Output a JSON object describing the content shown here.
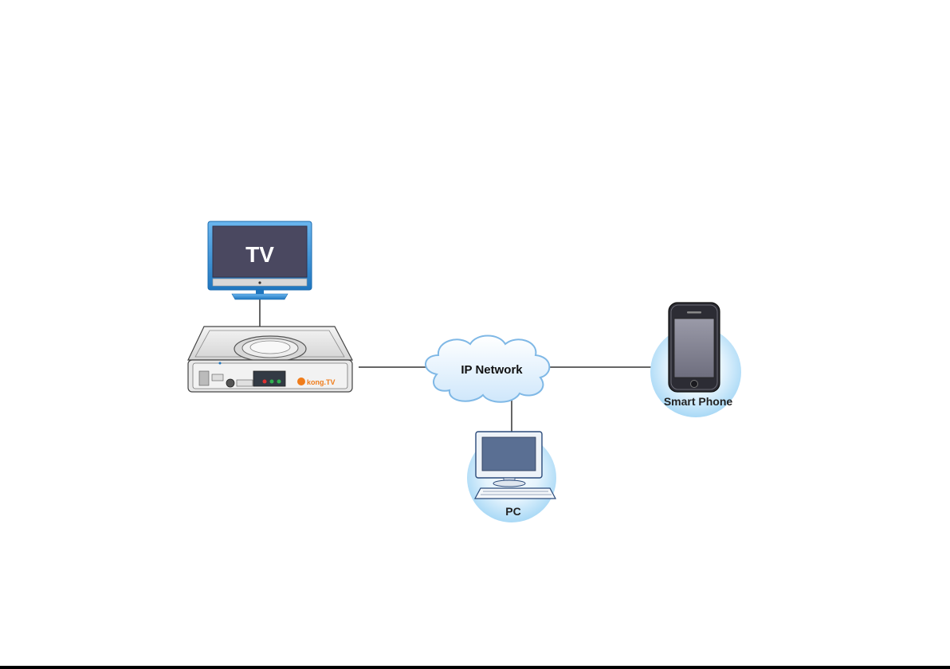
{
  "diagram": {
    "nodes": {
      "tv": {
        "label": "TV"
      },
      "set_top_box": {
        "brand_label": "kong.TV"
      },
      "network": {
        "label": "IP Network"
      },
      "phone": {
        "label": "Smart Phone"
      },
      "pc": {
        "label": "PC"
      }
    },
    "connections": [
      {
        "from": "tv",
        "to": "set_top_box"
      },
      {
        "from": "set_top_box",
        "to": "network"
      },
      {
        "from": "network",
        "to": "phone"
      },
      {
        "from": "network",
        "to": "pc"
      }
    ]
  },
  "colors": {
    "tv_frame": "#2f8fd8",
    "tv_screen": "#4a4860",
    "box_body": "#e6e6e6",
    "cloud_fill": "#dcefff",
    "cloud_stroke": "#7fb8e6",
    "halo": "#c5e6fa",
    "brand_orange": "#f07c1a",
    "line": "#333333"
  }
}
